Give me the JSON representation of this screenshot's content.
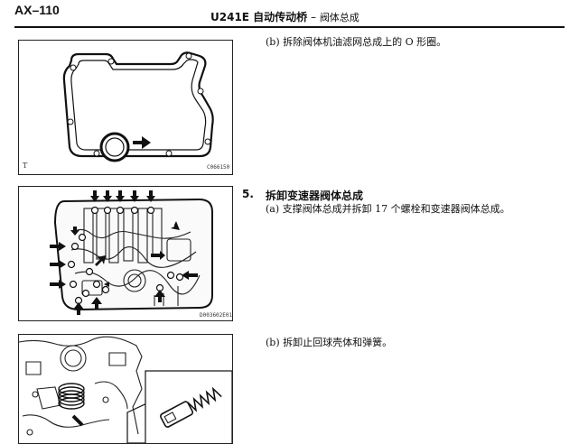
{
  "header": {
    "page_code": "AX–110",
    "title_bold": "U241E 自动传动桥",
    "title_sep": " – ",
    "title_sub": "阀体总成"
  },
  "figures": [
    {
      "label": "C066150",
      "corner": "T"
    },
    {
      "label": "D003602E01"
    },
    {
      "label": ""
    }
  ],
  "steps": {
    "remove_oring": "(b)  拆除阀体机油滤网总成上的 O 形圈。",
    "section_number": "5.",
    "section_title": "拆卸变速器阀体总成",
    "support_bolts": "(a)  支撑阀体总成并拆卸 17 个螺栓和变速器阀体总成。",
    "remove_check_ball": "(b)  拆卸止回球壳体和弹簧。"
  }
}
